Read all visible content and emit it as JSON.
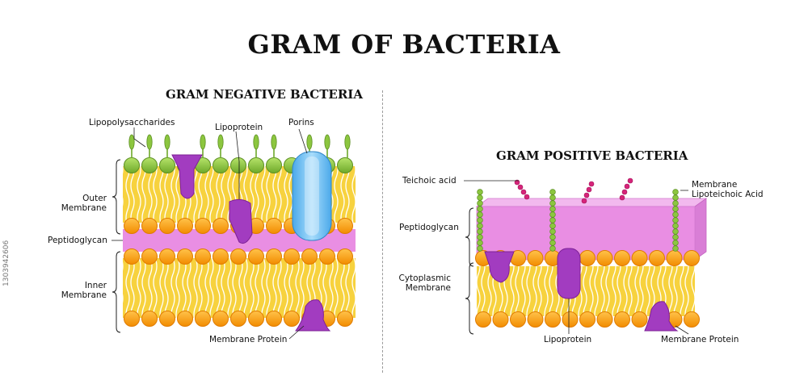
{
  "title": "GRAM OF BACTERIA",
  "gram_negative": {
    "title": "GRAM NEGATIVE BACTERIA",
    "labels": {
      "lipopolysaccharides": "Lipopolysaccharides",
      "lipoprotein": "Lipoprotein",
      "porins": "Porins",
      "outer_membrane": "Outer\nMembrane",
      "peptidoglycan": "Peptidoglycan",
      "inner_membrane": "Inner\nMembrane",
      "membrane_protein": "Membrane Protein"
    }
  },
  "gram_positive": {
    "title": "GRAM POSITIVE BACTERIA",
    "labels": {
      "teichoic_acid": "Teichoic acid",
      "membrane_lipoteichoic_acid": "Membrane\nLipoteichoic Acid",
      "peptidoglycan": "Peptidoglycan",
      "cytoplasmic_membrane": "Cytoplasmic\nMembrane",
      "lipoprotein": "Lipoprotein",
      "membrane_protein": "Membrane Protein"
    }
  },
  "watermark_id": "1303942606",
  "colors": {
    "head_orange": "#f5a623",
    "head_stroke": "#e07b00",
    "tail_yellow": "#f7d23e",
    "peptidoglycan_pink": "#e98ee3",
    "protein_purple": "#a23cc0",
    "porin_blue": "#7cc8f2",
    "lps_green": "#8cc63f",
    "teichoic_magenta": "#d6247a"
  }
}
